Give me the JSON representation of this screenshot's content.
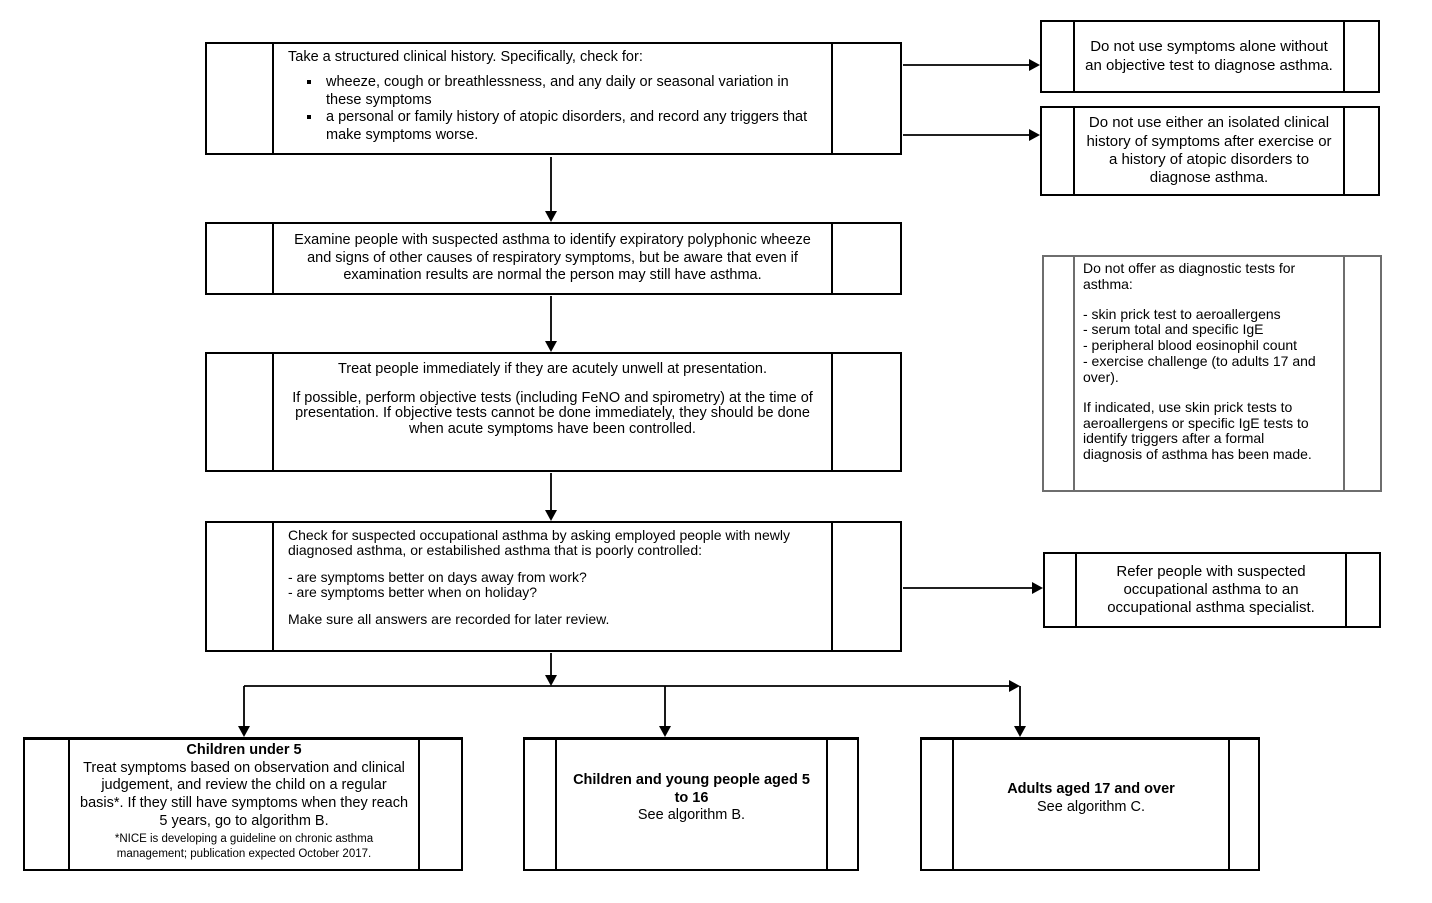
{
  "colors": {
    "background": "#ffffff",
    "line": "#000000",
    "note3_border": "#6e6e6e"
  },
  "main_flow": {
    "box1": {
      "intro": "Take a structured clinical history. Specifically, check for:",
      "bullets": [
        "wheeze, cough or breathlessness, and any daily or seasonal variation in these symptoms",
        "a personal or family history of atopic disorders, and record any triggers that make symptoms worse."
      ]
    },
    "box2": {
      "text": "Examine people with suspected asthma to identify expiratory polyphonic wheeze and signs of other causes of respiratory symptoms, but be aware that even if examination results are normal the person may still have asthma."
    },
    "box3": {
      "para1": "Treat people immediately if they are acutely unwell at presentation.",
      "para2": "If possible, perform objective tests (including FeNO and spirometry) at the time of presentation. If objective tests cannot be done immediately, they should be done when acute symptoms have been controlled."
    },
    "box4": {
      "para1": "Check for suspected occupational asthma by asking employed people with newly diagnosed asthma, or estabilished asthma that is poorly controlled:",
      "question1": "- are symptoms better on days away from work?",
      "question2": "- are symptoms better when on holiday?",
      "para2": "Make sure all answers are recorded for later review."
    }
  },
  "side_notes": {
    "note1": {
      "text": "Do not use symptoms alone without an objective test to diagnose asthma."
    },
    "note2": {
      "text": "Do not use either an isolated clinical history of symptoms after exercise or a history of atopic disorders to diagnose asthma."
    },
    "note3": {
      "heading": "Do not offer as diagnostic tests for asthma:",
      "items": [
        "- skin prick test to aeroallergens",
        "- serum total and specific IgE",
        "- peripheral blood eosinophil count",
        "- exercise challenge (to adults 17 and over)."
      ],
      "para": "If indicated, use skin prick tests to aeroallergens or specific IgE tests to identify triggers after a formal diagnosis of asthma has been made."
    },
    "note4": {
      "text": "Refer people with suspected occupational asthma to an occupational asthma specialist."
    }
  },
  "outcomes": {
    "children_under_5": {
      "title": "Children under 5",
      "body": "Treat symptoms based on observation and clinical judgement, and review the child on a regular basis*. If they still have symptoms when they reach 5 years, go to algorithm B.",
      "footnote": "*NICE is developing a guideline on chronic asthma management; publication expected October 2017."
    },
    "children_5_to_16": {
      "title": "Children and young people aged 5 to 16",
      "body": "See algorithm B."
    },
    "adults_17_and_over": {
      "title": "Adults aged 17 and over",
      "body": "See algorithm C."
    }
  }
}
